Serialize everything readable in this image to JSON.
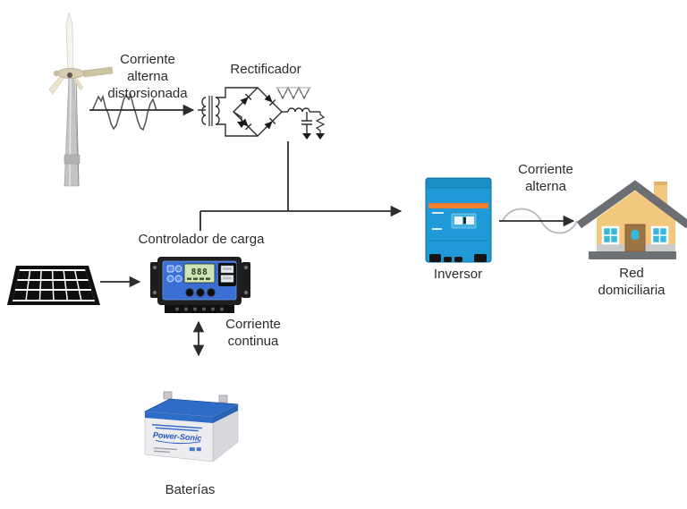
{
  "diagram_type": "renewable-energy-system-flow",
  "labels": {
    "wind_current": "Corriente\nalterna\ndistorsionada",
    "rectifier": "Rectificador",
    "charge_controller": "Controlador de carga",
    "dc_current": "Corriente\ncontinua",
    "batteries": "Baterías",
    "inverter": "Inversor",
    "ac_current": "Corriente\nalterna",
    "home_grid": "Red\ndomiciliaria"
  },
  "controller": {
    "display": "888"
  },
  "battery": {
    "logo": "Power-Sonic"
  },
  "icons": [
    "wind-turbine",
    "distorted-wave",
    "rectifier-circuit",
    "ripple-wave",
    "solar-panel",
    "charge-controller",
    "battery",
    "inverter",
    "sine-wave",
    "house"
  ],
  "colors": {
    "line-color": "#2d2d2d",
    "text-color": "#2c2c2c",
    "wave-distorted": "#4d554d",
    "wave-smooth": "#b8b8b8",
    "inverter-blue": "#1f9ad6",
    "inverter-orange": "#ef7f2a",
    "controller-blue": "#3a6ed2",
    "lcd-green": "#cfe3b4",
    "battery-blue": "#2e6cc8",
    "battery-body": "#ededf0",
    "house-roof": "#6b6f73",
    "house-wall": "#f2c77e",
    "house-door": "#9b7444",
    "house-window": "#35b8d9",
    "house-base": "#6d7175",
    "panel-black": "#0e0e0e"
  }
}
